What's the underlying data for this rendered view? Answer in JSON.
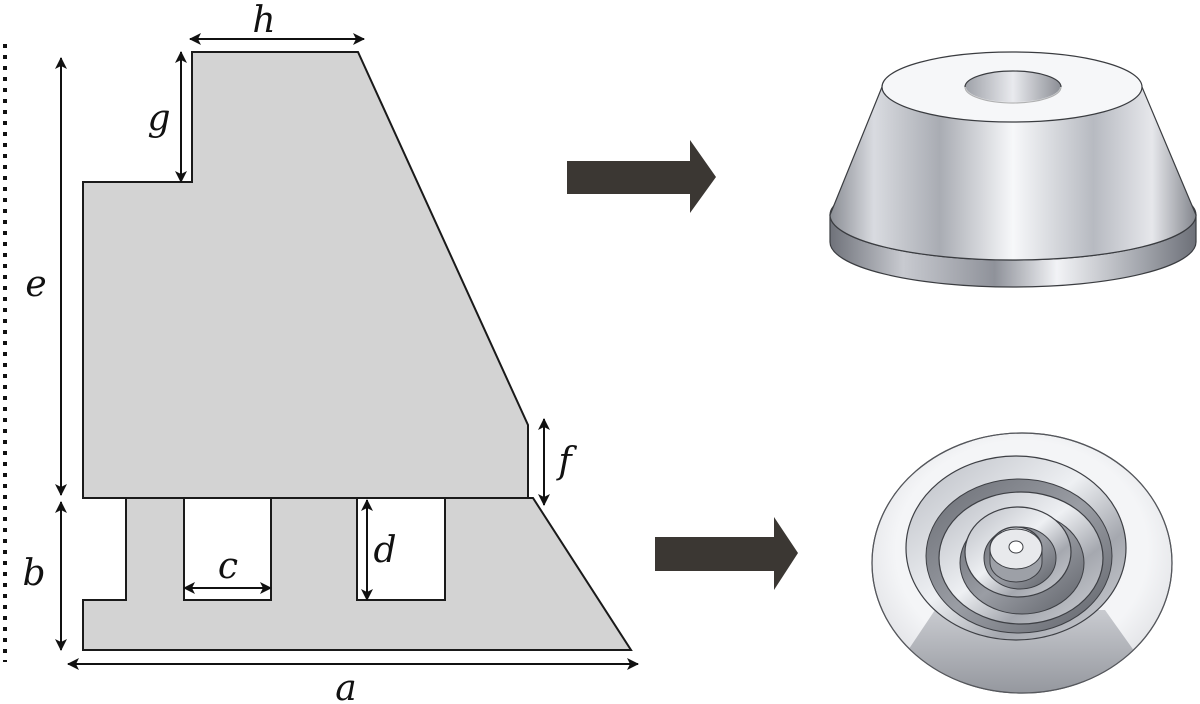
{
  "colors": {
    "section_fill": "#d3d3d3",
    "outline": "#1a1a1a",
    "arrow": "#3b3733",
    "metal_light": "#f4f5f8",
    "metal_dark": "#7d8088"
  },
  "dimensions": {
    "a": "a",
    "b": "b",
    "c": "c",
    "d": "d",
    "e": "e",
    "f": "f",
    "g": "g",
    "h": "h"
  },
  "icons": {
    "top_arrow": "right-arrow-icon",
    "bottom_arrow": "right-arrow-icon",
    "axis": "dotted-axis-line"
  }
}
